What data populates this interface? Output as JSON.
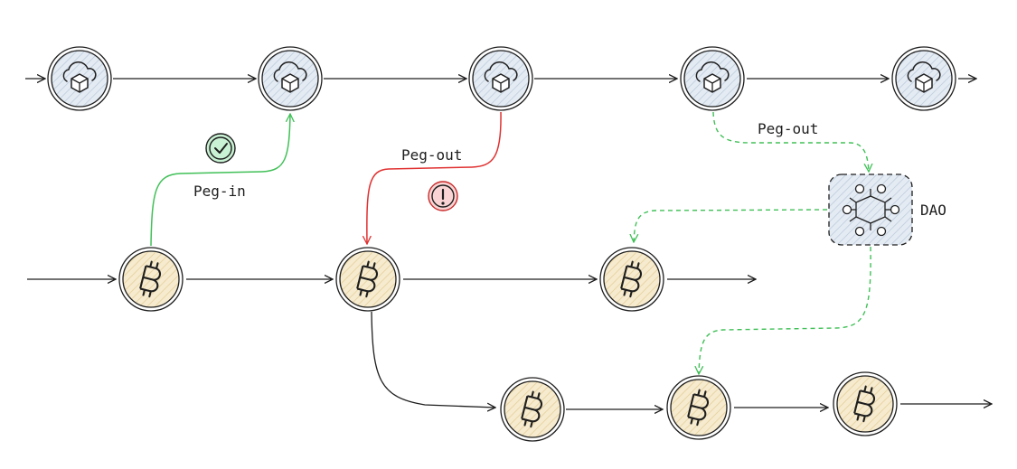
{
  "labels": {
    "peg_in": "Peg-in",
    "peg_out_red": "Peg-out",
    "peg_out_green": "Peg-out",
    "dao": "DAO"
  },
  "colors": {
    "line": "#1e1e1e",
    "success": "#40c057",
    "danger": "#e03131",
    "blue_fill": "#dbe4ee",
    "gold_fill": "#f4e6c4",
    "dao_fill": "#dbe4ee"
  },
  "icons": {
    "rootstock_node": "cloud-cube-icon",
    "bitcoin_node": "bitcoin-icon",
    "success": "check-circle-icon",
    "warning": "exclamation-circle-icon",
    "dao": "hexagon-network-icon"
  }
}
